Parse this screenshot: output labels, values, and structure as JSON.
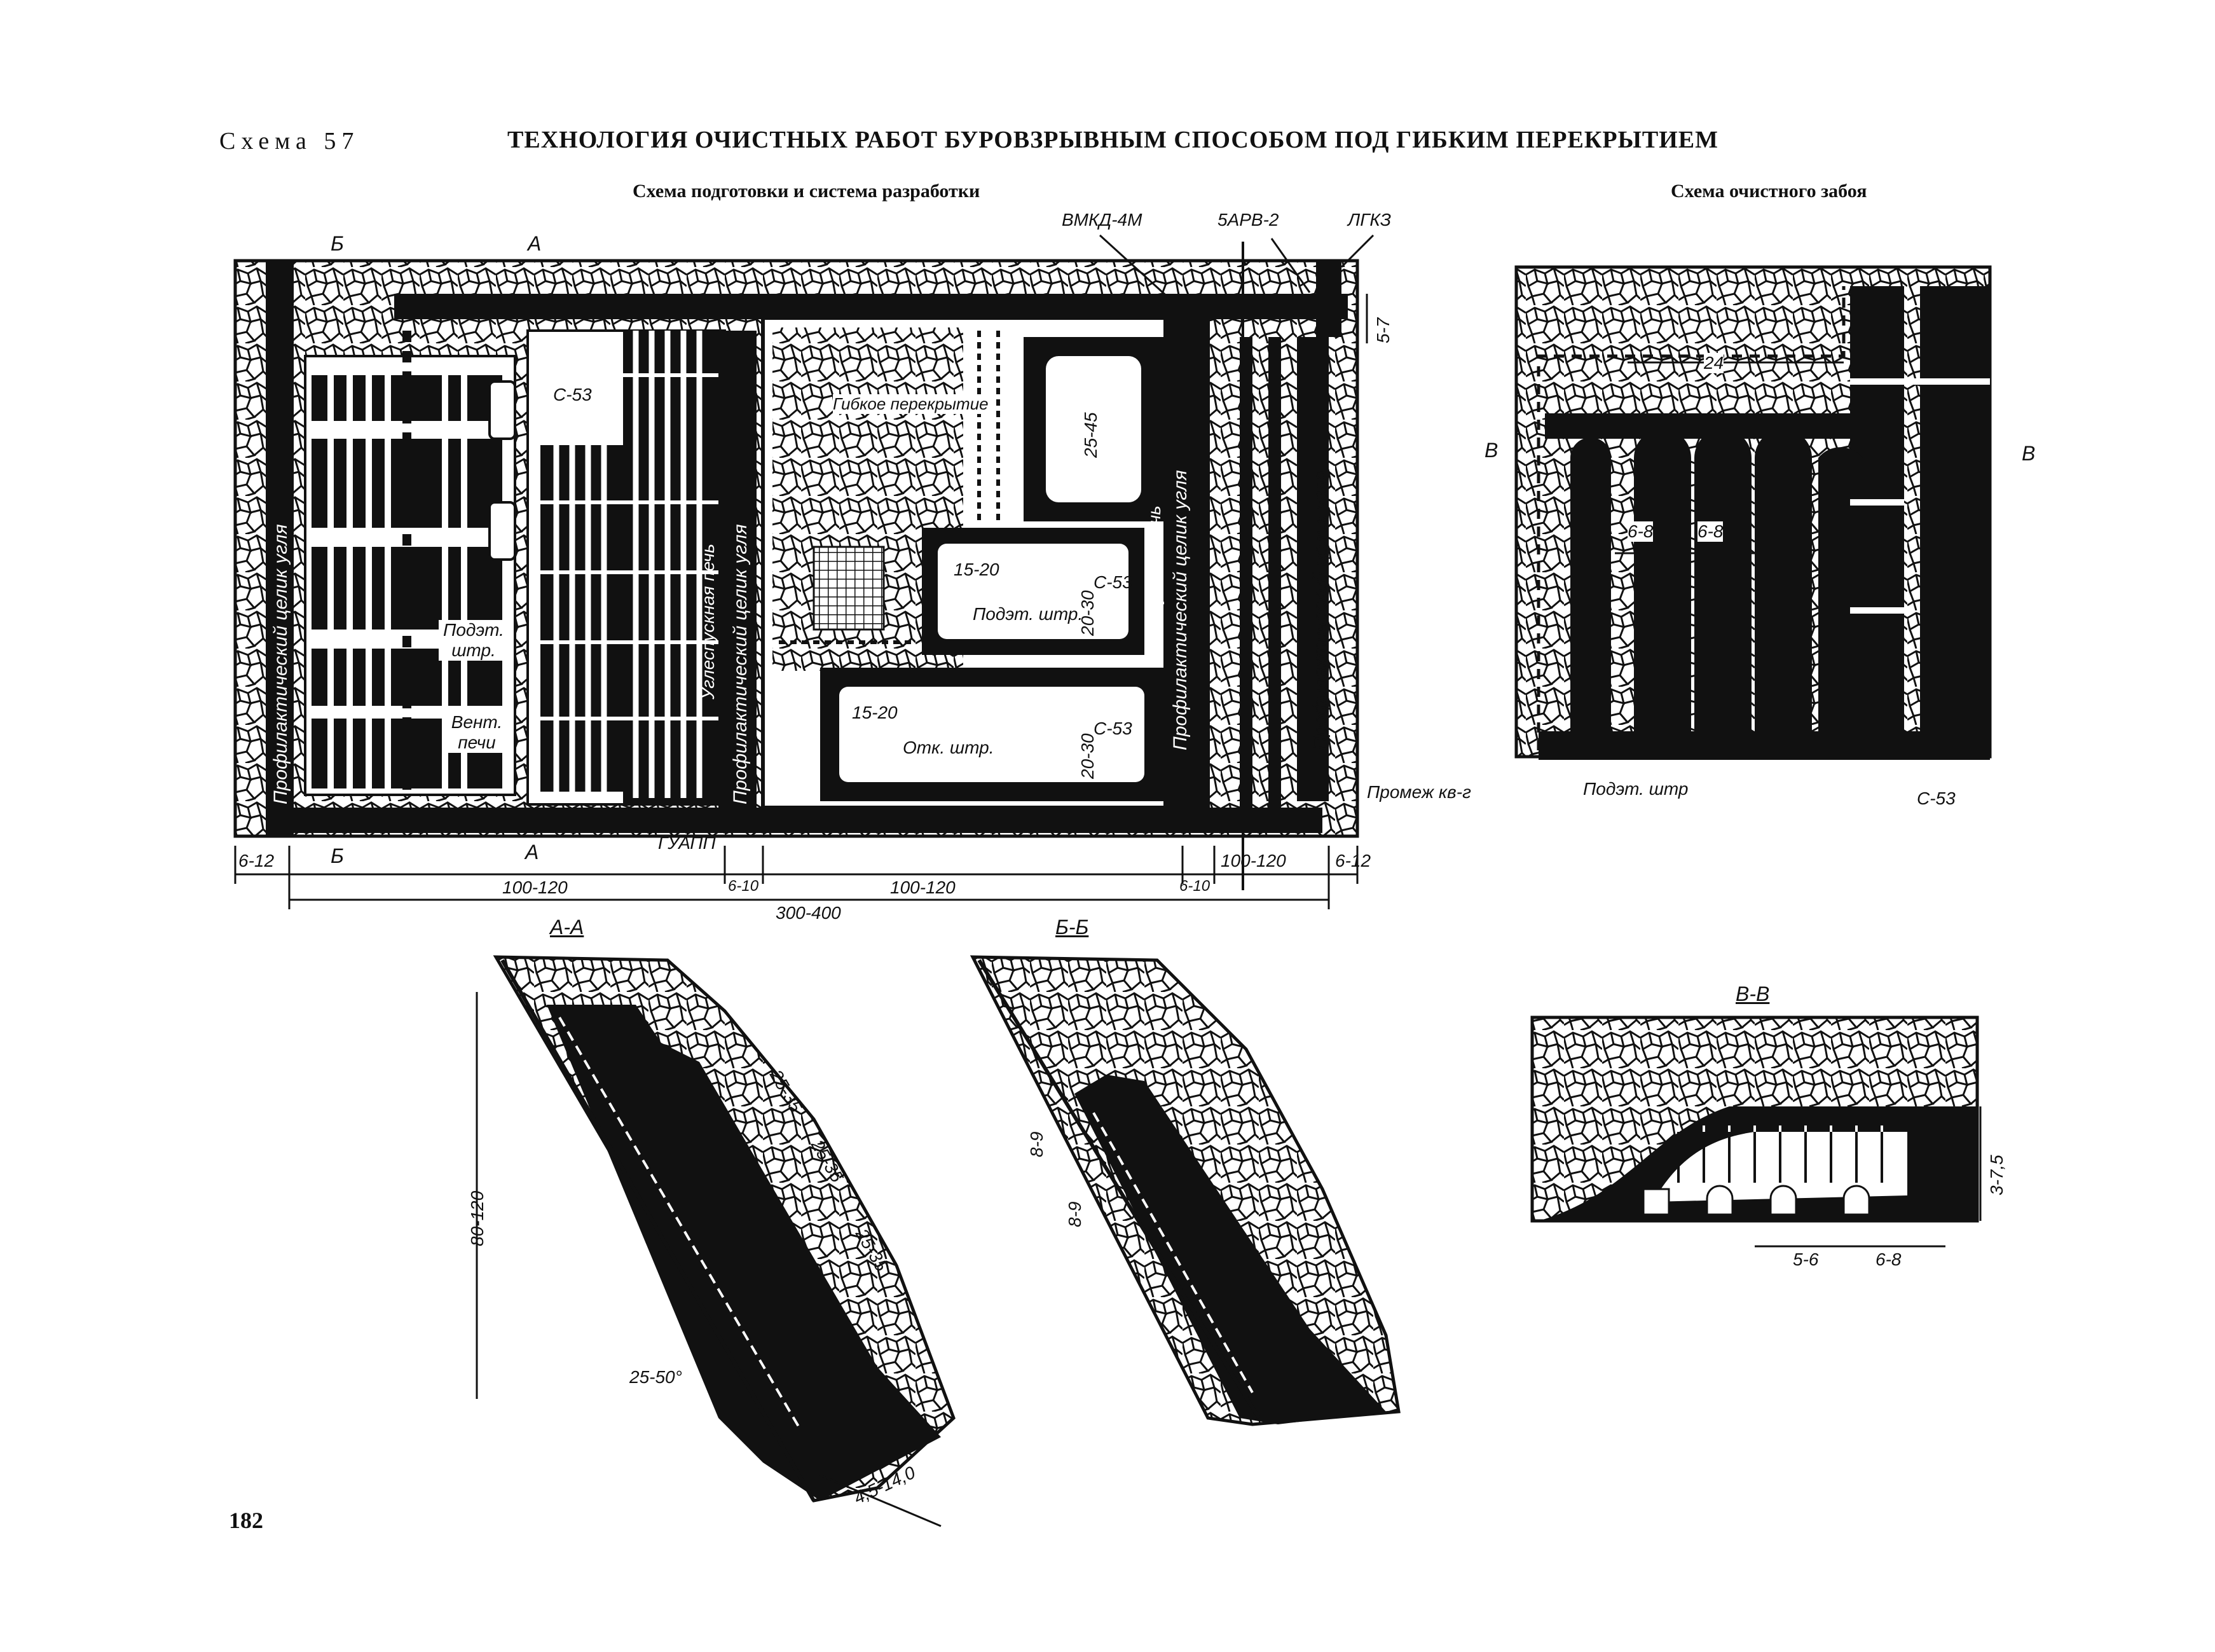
{
  "header": {
    "schema_number": "Схема 57",
    "title": "ТЕХНОЛОГИЯ ОЧИСТНЫХ РАБОТ БУРОВЗРЫВНЫМ СПОСОБОМ ПОД ГИБКИМ ПЕРЕКРЫТИЕМ"
  },
  "plan": {
    "subtitle": "Схема подготовки и система разработки",
    "equipment_labels": [
      "ВМКД-4М",
      "5АРВ-2",
      "ЛГКЗ"
    ],
    "section_marks": {
      "b": "Б",
      "a": "А"
    },
    "pillar_label": "Профилактический целик угля",
    "coal_pass_label": "Углеспускная печь",
    "flexible_roof_label": "Гибкое перекрытие",
    "s53": "С-53",
    "sublevel_drift": "Подэт. штр.",
    "sublevel_drift_2": "Подэт. штр",
    "vent_raises": "Вент. печи",
    "haulage_drift": "Отк. штр.",
    "guapp": "ГУАПП",
    "crosscut": "Промеж кв-г",
    "dims": {
      "d57": "5-7",
      "d2545": "25-45",
      "d1520": "15-20",
      "d2030": "20-30",
      "d612": "6-12",
      "d100120": "100-120",
      "d610": "6-10",
      "d300400": "300-400"
    }
  },
  "face": {
    "subtitle": "Схема очистного забоя",
    "section_mark": "В",
    "d24": "24",
    "d68": "6-8",
    "sublevel_drift": "Подэт. штр",
    "s53": "С-53"
  },
  "sections": {
    "aa": {
      "title": "А-А",
      "d2535": "25-35",
      "d80120": "80-120",
      "angle": "25-50°",
      "thickness": "4,5-14,0"
    },
    "bb": {
      "title": "Б-Б",
      "d89": "8-9"
    },
    "vv": {
      "title": "В-В",
      "d375": "3-7,5",
      "d56": "5-6",
      "d68": "6-8"
    }
  },
  "page_number": "182"
}
